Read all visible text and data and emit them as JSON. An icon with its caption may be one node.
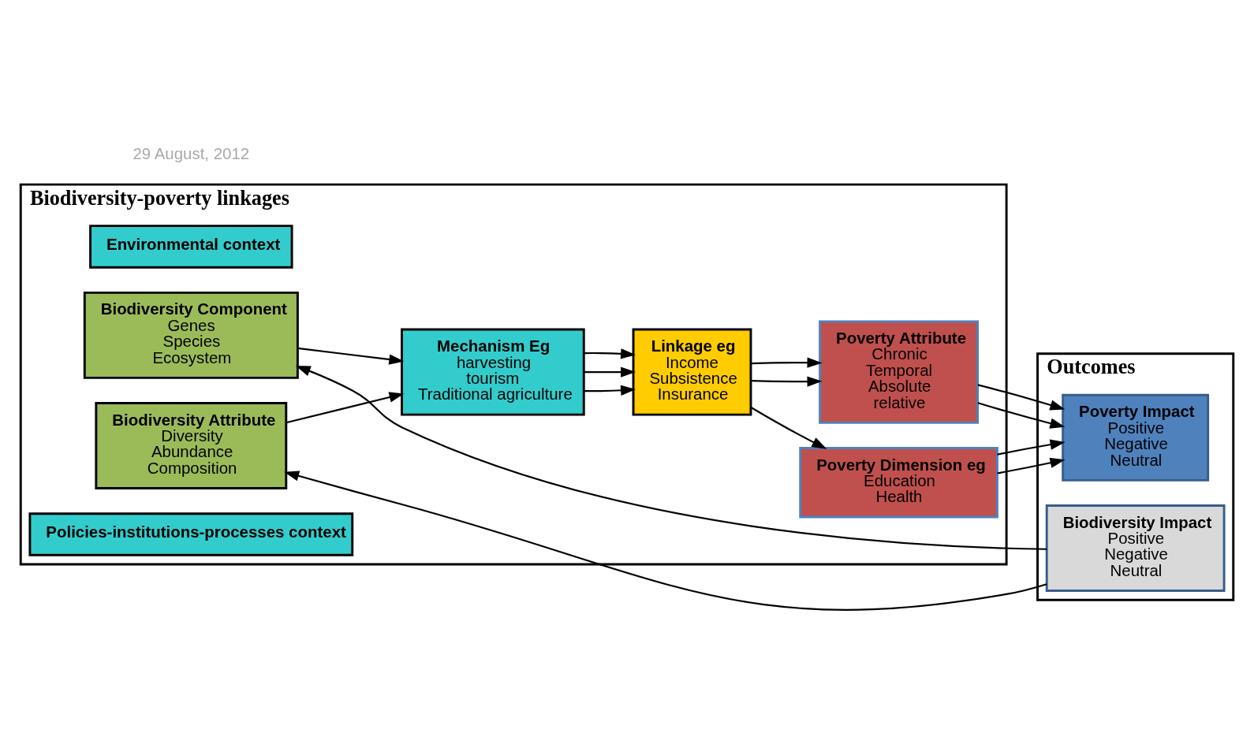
{
  "diagram": {
    "nodes": [
      {
        "text": [
          "Biodiversity-poverty linkages"
        ]
      },
      {
        "text": [
          "Environmental context"
        ],
        "in": 0
      },
      {
        "text": [
          "Biodiversity Component",
          "Genes",
          "Species",
          "Ecosystem"
        ],
        "in": 0
      },
      {
        "text": [
          "Biodiversity Attribute",
          "Diversity",
          "Abundance",
          "Composition"
        ],
        "in": 0
      },
      {
        "text": [
          "Mechanism Eg",
          "harvesting",
          "tourism",
          "Traditional agriculture"
        ],
        "in": 0
      },
      {
        "text": [
          "Linkage eg",
          "Income",
          "Subsistence",
          "Insurance"
        ],
        "in": 0
      },
      {
        "text": [
          "Poverty Dimension eg",
          "Education",
          "Health"
        ],
        "in": 0
      },
      {
        "text": [
          "Poverty Attribute",
          "Chronic",
          "Temporal",
          "Absolute",
          "relative"
        ],
        "in": 0
      },
      {
        "text": [
          "Policies-institutions-processes context"
        ],
        "in": 0
      },
      {
        "text": [
          "Outcomes"
        ]
      },
      {
        "text": [
          "Poverty Impact",
          "Positive",
          "Negative",
          "Neutral"
        ],
        "in": 9
      },
      {
        "text": [
          "Biodiversity Impact",
          "Positive",
          "Negative",
          "Neutral"
        ],
        "in": 9
      }
    ],
    "edges": [
      {
        "from": 2,
        "to": 4,
        "arrow": "to"
      },
      {
        "from": 3,
        "to": 4,
        "arrow": "to"
      },
      {
        "from": 4,
        "to": 5,
        "arrow": "to"
      },
      {
        "from": 4,
        "to": 5,
        "arrow": "to"
      },
      {
        "from": 4,
        "to": 5,
        "arrow": "to"
      },
      {
        "from": 5,
        "to": 6,
        "arrow": "to"
      },
      {
        "from": 5,
        "to": 7,
        "arrow": "to"
      },
      {
        "from": 5,
        "to": 7,
        "arrow": "to"
      },
      {
        "from": 6,
        "to": 10,
        "arrow": "to"
      },
      {
        "from": 6,
        "to": 10,
        "arrow": "to"
      },
      {
        "from": 7,
        "to": 10,
        "arrow": "to"
      },
      {
        "from": 7,
        "to": 10,
        "arrow": "to"
      },
      {
        "from": 11,
        "to": 2,
        "arrow": "to"
      },
      {
        "from": 11,
        "to": 3,
        "arrow": "to"
      }
    ],
    "labels": [
      "29 August, 2012"
    ]
  }
}
